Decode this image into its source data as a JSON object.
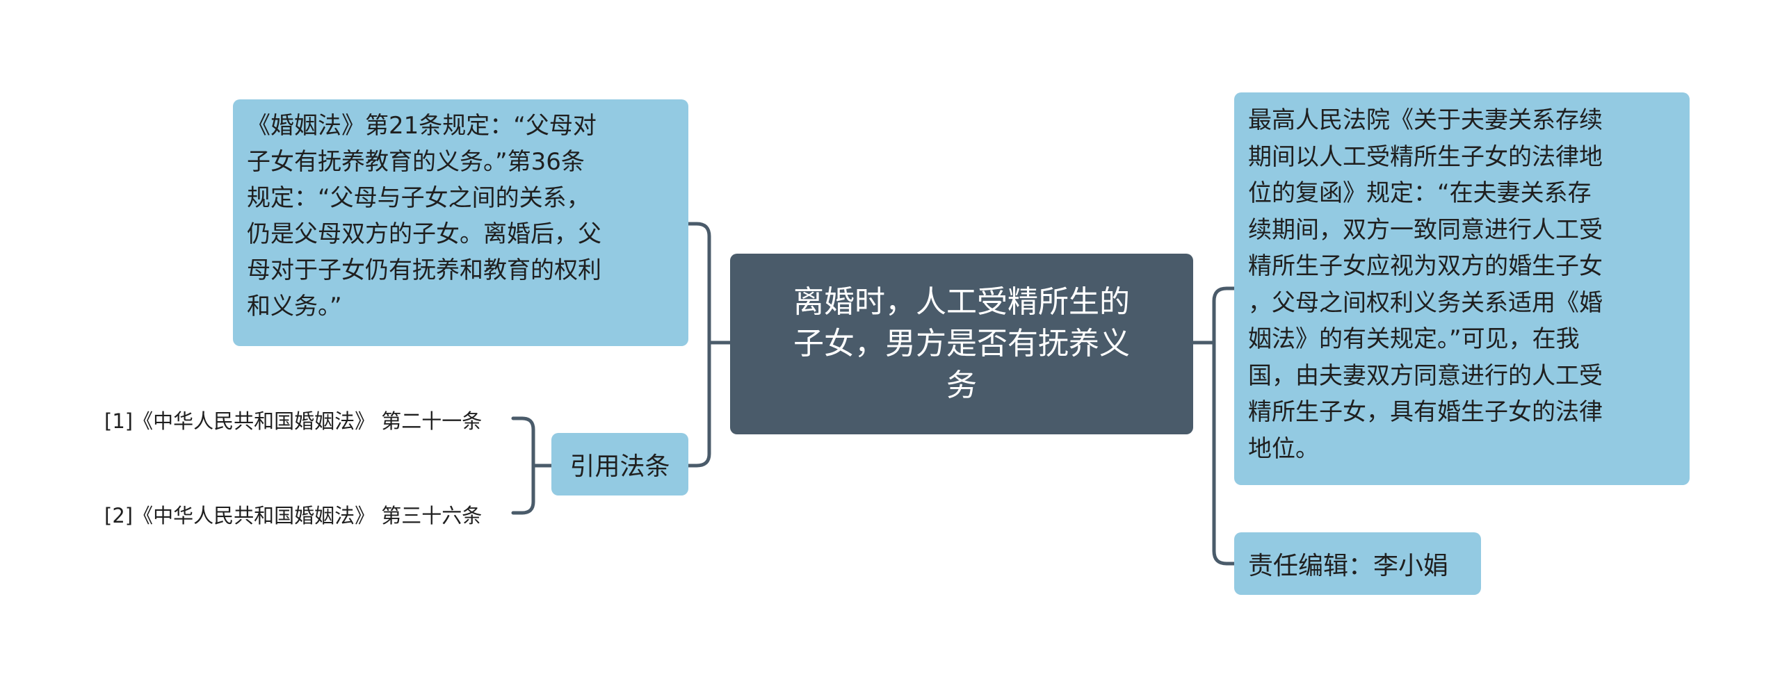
{
  "central": {
    "text": "离婚时，人工受精所生的\n子女，男方是否有抚养义\n务"
  },
  "left": {
    "law_box": "《婚姻法》第21条规定：“父母对\n子女有抚养教育的义务。”第36条\n规定：“父母与子女之间的关系，\n仍是父母双方的子女。离婚后，父\n母对于子女仍有抚养和教育的权利\n和义务。”",
    "citation_node": "引用法条",
    "citations": [
      "[1]《中华人民共和国婚姻法》 第二十一条",
      "[2]《中华人民共和国婚姻法》 第三十六条"
    ]
  },
  "right": {
    "court_box": "最高人民法院《关于夫妻关系存续\n期间以人工受精所生子女的法律地\n位的复函》规定：“在夫妻关系存\n续期间，双方一致同意进行人工受\n精所生子女应视为双方的婚生子女\n，父母之间权利义务关系适用《婚\n姻法》的有关规定。”可见，在我\n国，由夫妻双方同意进行的人工受\n精所生子女，具有婚生子女的法律\n地位。",
    "editor": "责任编辑：李小娟"
  },
  "colors": {
    "central_bg": "#4a5b6a",
    "node_bg": "#93cae2",
    "connector": "#4a5b6a"
  }
}
